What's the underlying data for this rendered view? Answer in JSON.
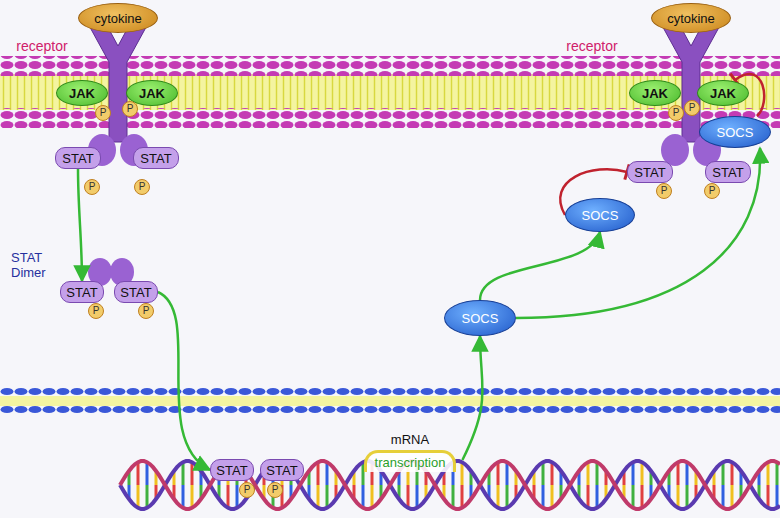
{
  "diagram": {
    "nodes": [
      {
        "text": [
          "cytokine"
        ]
      },
      {
        "text": [
          "JAK"
        ]
      },
      {
        "text": [
          "JAK"
        ]
      },
      {
        "text": [
          "STAT"
        ]
      },
      {
        "text": [
          "STAT"
        ]
      },
      {
        "text": [
          "STAT"
        ]
      },
      {
        "text": [
          "STAT"
        ]
      },
      {
        "text": [
          "STAT"
        ]
      },
      {
        "text": [
          "STAT"
        ]
      },
      {
        "text": [
          "mRNA",
          "transcription"
        ]
      },
      {
        "text": [
          "SOCS"
        ]
      },
      {
        "text": [
          "cytokine"
        ]
      },
      {
        "text": [
          "JAK"
        ]
      },
      {
        "text": [
          "JAK"
        ]
      },
      {
        "text": [
          "STAT"
        ]
      },
      {
        "text": [
          "STAT"
        ]
      },
      {
        "text": [
          "SOCS"
        ]
      },
      {
        "text": [
          "SOCS"
        ]
      }
    ],
    "edges": [
      {
        "from": 3,
        "to": 5,
        "arrow": "to"
      },
      {
        "from": 6,
        "to": 7,
        "arrow": "to"
      },
      {
        "from": 9,
        "to": 10,
        "arrow": "to"
      },
      {
        "from": 10,
        "to": 16,
        "arrow": "to"
      },
      {
        "from": 10,
        "to": 17,
        "arrow": "to"
      },
      {
        "from": 16,
        "to": 14,
        "arrow": "none"
      },
      {
        "from": 17,
        "to": 13,
        "arrow": "none"
      }
    ],
    "labels": [
      "receptor",
      "receptor",
      "STAT Dimer",
      "P",
      "P",
      "P",
      "P",
      "P",
      "P",
      "P",
      "P",
      "P",
      "P",
      "P",
      "P"
    ]
  }
}
